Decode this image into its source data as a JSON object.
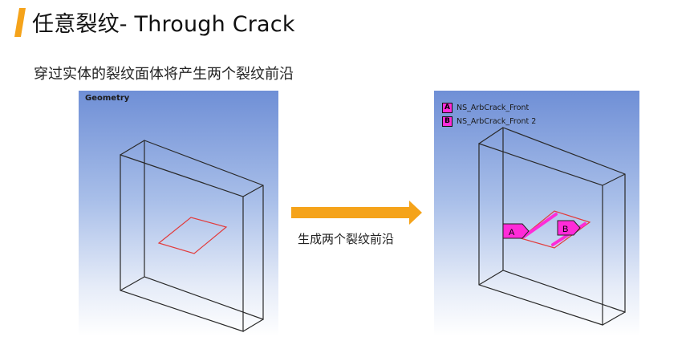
{
  "header": {
    "title": "任意裂纹- Through Crack",
    "accent_color": "#f5a31a"
  },
  "subtitle": "穿过实体的裂纹面体将产生两个裂纹前沿",
  "left_view": {
    "label": "Geometry"
  },
  "arrow": {
    "label": "生成两个裂纹前沿",
    "color": "#f5a31a"
  },
  "right_view": {
    "legend": [
      {
        "letter": "A",
        "text": "NS_ArbCrack_Front"
      },
      {
        "letter": "B",
        "text": "NS_ArbCrack_Front 2"
      }
    ],
    "markers": [
      {
        "letter": "A"
      },
      {
        "letter": "B"
      }
    ],
    "highlight_color": "#ff2bd8"
  }
}
